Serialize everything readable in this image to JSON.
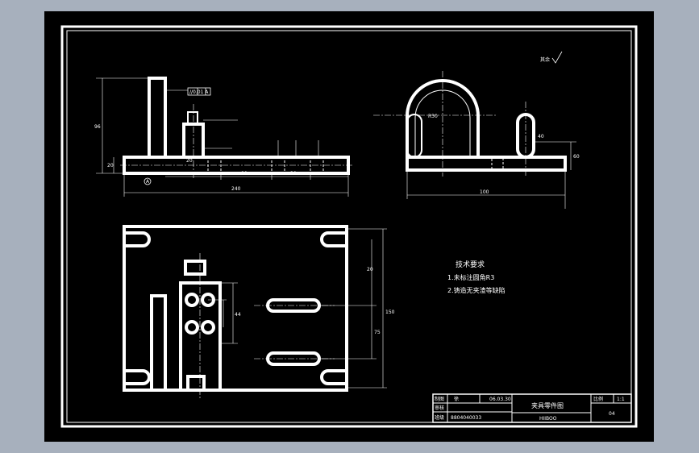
{
  "title_block": {
    "drawn_label": "制图",
    "drawn_by": "徐",
    "date": "06.03.30",
    "check_label": "审核",
    "check_value": "",
    "class_label": "班级",
    "class_no": "8804040033",
    "drawing_title": "夹具零件图",
    "school": "HIIBOO",
    "scale_label": "比例",
    "scale": "1:1",
    "sheet": "04"
  },
  "tech_requirements": {
    "heading": "技术要求",
    "items": [
      "1.未标注圆角R3",
      "2.铸造无夹渣等缺陷"
    ]
  },
  "surface_note": "其余",
  "front_view": {
    "datum_label": "A",
    "dim_height": "96",
    "dim_length": "240",
    "dim_left_small": "20",
    "dim_col": "20",
    "dim_mid": "80",
    "dim_right": "30",
    "tol_frame": "//0.01 A"
  },
  "side_view": {
    "dim_width": "100",
    "dim_r": "R30",
    "dim_gap": "40",
    "dim_h": "60"
  },
  "top_view": {
    "dim_overall": "150",
    "dim_inner": "75",
    "dim_slot": "44",
    "dim_small": "20"
  }
}
